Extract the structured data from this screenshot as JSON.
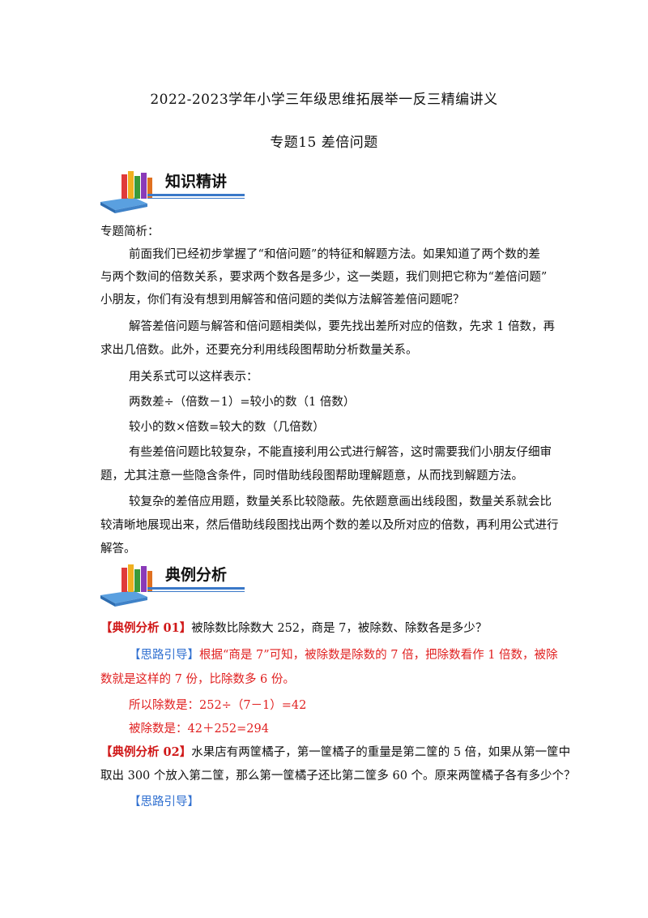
{
  "header": {
    "title": "2022-2023学年小学三年级思维拓展举一反三精编讲义",
    "subtitle": "专题15  差倍问题"
  },
  "sections": {
    "knowledge": "知识精讲",
    "examples": "典例分析"
  },
  "intro": {
    "heading": "专题简析：",
    "p1_l1": "前面我们已经初步掌握了“和倍问题”的特征和解题方法。如果知道了两个数的差",
    "p1_l2": "与两个数间的倍数关系，要求两个数各是多少，这一类题，我们则把它称为“差倍问题”",
    "p1_l3": "小朋友，你们有没有想到用解答和倍问题的类似方法解答差倍问题呢？",
    "p2_l1": "解答差倍问题与解答和倍问题相类似，要先找出差所对应的倍数，先求 1 倍数，再",
    "p2_l2": "求出几倍数。此外，还要充分利用线段图帮助分析数量关系。",
    "p3": "用关系式可以这样表示：",
    "f1": "两数差÷（倍数－1）=较小的数（1 倍数）",
    "f2": "较小的数×倍数=较大的数（几倍数）",
    "p4_l1": "有些差倍问题比较复杂，不能直接利用公式进行解答，这时需要我们小朋友仔细审",
    "p4_l2": "题，尤其注意一些隐含条件，同时借助线段图帮助理解题意，从而找到解题方法。",
    "p5_l1": "较复杂的差倍应用题，数量关系比较隐蔽。先依题意画出线段图，数量关系就会比",
    "p5_l2": "较清晰地展现出来，然后借助线段图找出两个数的差以及所对应的倍数，再利用公式进行",
    "p5_l3": "解答。"
  },
  "example1": {
    "tag": "【典例分析 01】",
    "question": "被除数比除数大 252，商是 7，被除数、除数各是多少？",
    "hint_tag": "【思路引导】",
    "hint_l1": "根据“商是 7”可知，被除数是除数的 7 倍，把除数看作 1 倍数，被除",
    "hint_l2": "数就是这样的 7 份，比除数多 6 份。",
    "ans1": "所以除数是：252÷（7－1）=42",
    "ans2": "被除数是：42＋252=294"
  },
  "example2": {
    "tag": "【典例分析 02】",
    "question_l1": "水果店有两筐橘子，第一筐橘子的重量是第二筐的 5 倍，如果从第一筐中",
    "question_l2": "取出 300 个放入第二筐，那么第一筐橘子还比第二筐多 60 个。原来两筐橘子各有多少个？",
    "hint_tag": "【思路引导】"
  }
}
